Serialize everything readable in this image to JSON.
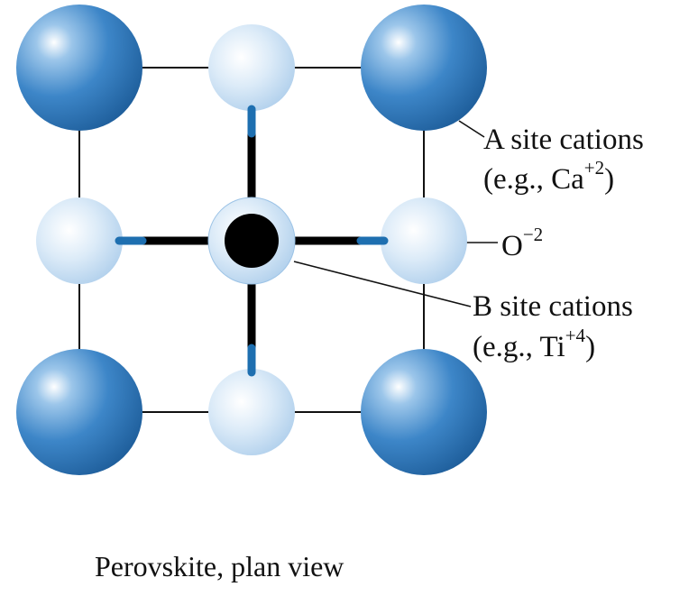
{
  "title": "Perovskite, plan view",
  "labels": {
    "a_site": "A site cations",
    "a_site_example_prefix": "(e.g., Ca",
    "a_site_example_charge": "+2",
    "a_site_example_suffix": ")",
    "oxygen": "O",
    "oxygen_charge": "−2",
    "b_site": "B site cations",
    "b_site_example_prefix": "(e.g., Ti",
    "b_site_example_charge": "+4",
    "b_site_example_suffix": ")"
  },
  "colors": {
    "a_site_sphere": "#2f78bd",
    "oxygen_sphere": "#b9d6ee",
    "b_site_cation": "#000000",
    "bond": "#000000",
    "bond_tip": "#1e6fb0",
    "cell_edge": "#111111"
  }
}
